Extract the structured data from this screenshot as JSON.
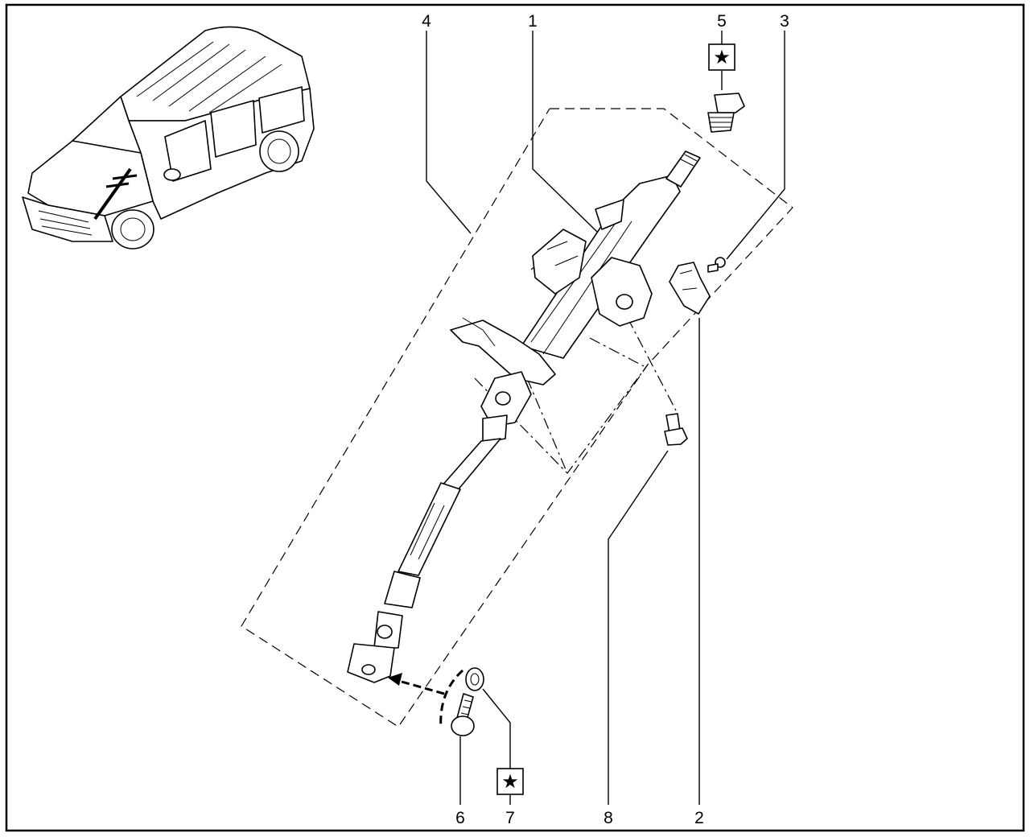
{
  "diagram": {
    "callouts": [
      {
        "id": "1",
        "label": "1"
      },
      {
        "id": "2",
        "label": "2"
      },
      {
        "id": "3",
        "label": "3"
      },
      {
        "id": "4",
        "label": "4"
      },
      {
        "id": "5",
        "label": "5"
      },
      {
        "id": "6",
        "label": "6"
      },
      {
        "id": "7",
        "label": "7"
      },
      {
        "id": "8",
        "label": "8"
      }
    ],
    "star_symbol": "★",
    "icons": {
      "vehicle_thumbnail": "van-locator-icon",
      "single_use_marker": "star-icon"
    }
  }
}
